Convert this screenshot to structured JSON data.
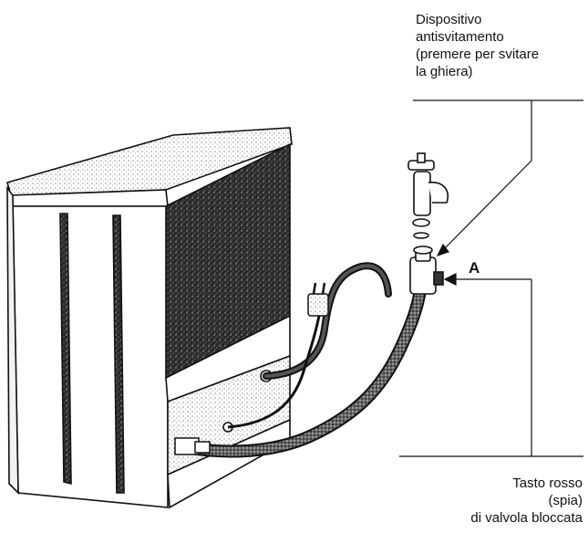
{
  "labels": {
    "top": [
      "Dispositivo",
      "antisvitamento",
      "(premere per svitare",
      "la ghiera)"
    ],
    "point_a": "A",
    "bottom": [
      "Tasto rosso",
      "(spia)",
      "di valvola bloccata"
    ]
  },
  "colors": {
    "ink": "#111111",
    "paper": "#ffffff"
  }
}
